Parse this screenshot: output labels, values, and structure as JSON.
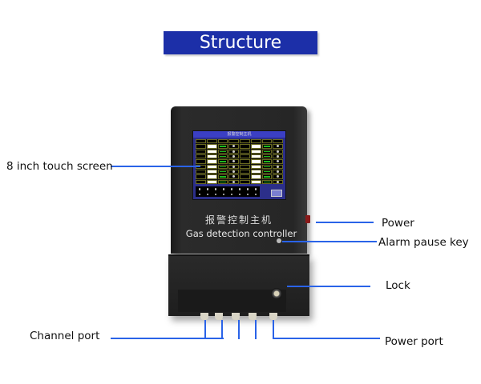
{
  "title": "Structure",
  "device": {
    "name_cn": "报警控制主机",
    "name_en": "Gas detection controller",
    "screen_title": "报警控制主机"
  },
  "labels": {
    "touch_screen": "8 inch touch screen",
    "power": "Power",
    "alarm_pause_key": "Alarm pause key",
    "lock": "Lock",
    "channel_port": "Channel port",
    "power_port": "Power port"
  },
  "colors": {
    "banner": "#1c2fa8",
    "leader_line": "#2a63e8"
  }
}
